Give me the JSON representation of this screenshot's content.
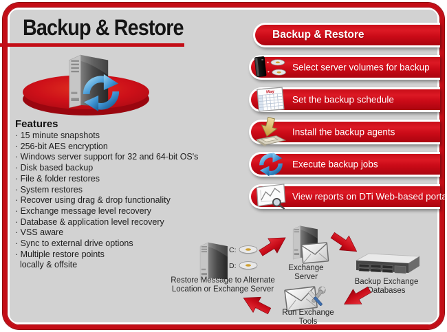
{
  "title": {
    "text": "Backup & Restore"
  },
  "colors": {
    "frame_red": "#c30d16",
    "panel_gray": "#d2d2d2",
    "pill_red": "#cb0b18",
    "arrow_red": "#cf0d1a",
    "sync_blue": "#2e86c8"
  },
  "features": {
    "heading": "Features",
    "items": [
      "15 minute snapshots",
      "256-bit AES encryption",
      "Windows server support for 32 and 64-bit OS's",
      "Disk based backup",
      "File & folder restores",
      "System restores",
      "Recover using drag & drop functionality",
      "Exchange message level recovery",
      "Database & application level recovery",
      "VSS aware",
      "Sync to external drive options",
      "Multiple restore points"
    ],
    "continuation": "locally & offsite"
  },
  "steps": {
    "header": "Backup & Restore",
    "calendar_badge": "May",
    "items": [
      {
        "icon": "server-volumes-icon",
        "label": "Select server volumes for backup"
      },
      {
        "icon": "calendar-icon",
        "label": "Set the backup schedule"
      },
      {
        "icon": "install-arrow-icon",
        "label": "Install the backup agents"
      },
      {
        "icon": "sync-arrows-icon",
        "label": "Execute backup jobs"
      },
      {
        "icon": "report-portal-icon",
        "label": "View reports on DTi Web-based portal"
      }
    ]
  },
  "cycle": {
    "restore_node": {
      "line1": "Restore Message to Alternate",
      "line2": "Location or Exchange Server",
      "drive_c": "C:",
      "drive_d": "D:"
    },
    "exchange_server": "Exchange Server",
    "backup_databases": "Backup Exchange Databases",
    "run_tools": "Run Exchange Tools"
  }
}
